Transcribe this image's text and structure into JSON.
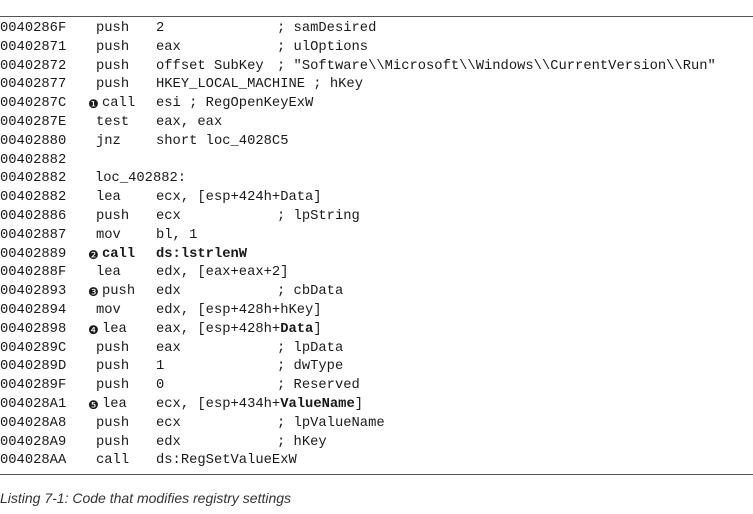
{
  "listing": {
    "lines": [
      {
        "addr": "0040286F",
        "mn": "push",
        "ops": [
          {
            "t": "2"
          }
        ],
        "cmt": "; samDesired"
      },
      {
        "addr": "00402871",
        "mn": "push",
        "ops": [
          {
            "t": "eax"
          }
        ],
        "cmt": "; ulOptions"
      },
      {
        "addr": "00402872",
        "mn": "push",
        "ops": [
          {
            "t": "offset SubKey"
          }
        ],
        "cmt": "; \"Software\\\\Microsoft\\\\Windows\\\\CurrentVersion\\\\Run\""
      },
      {
        "addr": "00402877",
        "mn": "push",
        "ops": [
          {
            "t": "HKEY_LOCAL_MACHINE ; hKey"
          }
        ]
      },
      {
        "addr": "0040287C",
        "marker": "❶",
        "mn": "call",
        "ops": [
          {
            "t": "esi ; RegOpenKeyExW"
          }
        ]
      },
      {
        "addr": "0040287E",
        "mn": "test",
        "ops": [
          {
            "t": "eax, eax"
          }
        ]
      },
      {
        "addr": "00402880",
        "mn": "jnz",
        "ops": [
          {
            "t": "short loc_4028C5"
          }
        ]
      },
      {
        "addr": "00402882"
      },
      {
        "addr": "00402882",
        "label": "loc_402882:"
      },
      {
        "addr": "00402882",
        "mn": "lea",
        "ops": [
          {
            "t": "ecx, [esp+424h+Data]"
          }
        ]
      },
      {
        "addr": "00402886",
        "mn": "push",
        "ops": [
          {
            "t": "ecx"
          }
        ],
        "cmt": "; lpString"
      },
      {
        "addr": "00402887",
        "mn": "mov",
        "ops": [
          {
            "t": "bl, 1"
          }
        ]
      },
      {
        "addr": "00402889",
        "marker": "❷",
        "mn": "call",
        "mnBold": true,
        "ops": [
          {
            "t": "ds:lstrlenW",
            "b": true
          }
        ]
      },
      {
        "addr": "0040288F",
        "mn": "lea",
        "ops": [
          {
            "t": "edx, [eax+eax+2]"
          }
        ]
      },
      {
        "addr": "00402893",
        "marker": "❸",
        "mn": "push",
        "ops": [
          {
            "t": "edx"
          }
        ],
        "cmt": "; cbData"
      },
      {
        "addr": "00402894",
        "mn": "mov",
        "ops": [
          {
            "t": "edx, [esp+428h+hKey]"
          }
        ]
      },
      {
        "addr": "00402898",
        "marker": "❹",
        "mn": "lea",
        "ops": [
          {
            "t": "eax, [esp+428h+"
          },
          {
            "t": "Data",
            "b": true
          },
          {
            "t": "]"
          }
        ]
      },
      {
        "addr": "0040289C",
        "mn": "push",
        "ops": [
          {
            "t": "eax"
          }
        ],
        "cmt": "; lpData"
      },
      {
        "addr": "0040289D",
        "mn": "push",
        "ops": [
          {
            "t": "1"
          }
        ],
        "cmt": "; dwType"
      },
      {
        "addr": "0040289F",
        "mn": "push",
        "ops": [
          {
            "t": "0"
          }
        ],
        "cmt": "; Reserved"
      },
      {
        "addr": "004028A1",
        "marker": "❺",
        "mn": "lea",
        "ops": [
          {
            "t": "ecx, [esp+434h+"
          },
          {
            "t": "ValueName",
            "b": true
          },
          {
            "t": "]"
          }
        ]
      },
      {
        "addr": "004028A8",
        "mn": "push",
        "ops": [
          {
            "t": "ecx"
          }
        ],
        "cmt": "; lpValueName"
      },
      {
        "addr": "004028A9",
        "mn": "push",
        "ops": [
          {
            "t": "edx"
          }
        ],
        "cmt": "; hKey"
      },
      {
        "addr": "004028AA",
        "mn": "call",
        "ops": [
          {
            "t": "ds:RegSetValueExW"
          }
        ]
      }
    ]
  },
  "caption": "Listing 7-1: Code that modifies registry settings"
}
